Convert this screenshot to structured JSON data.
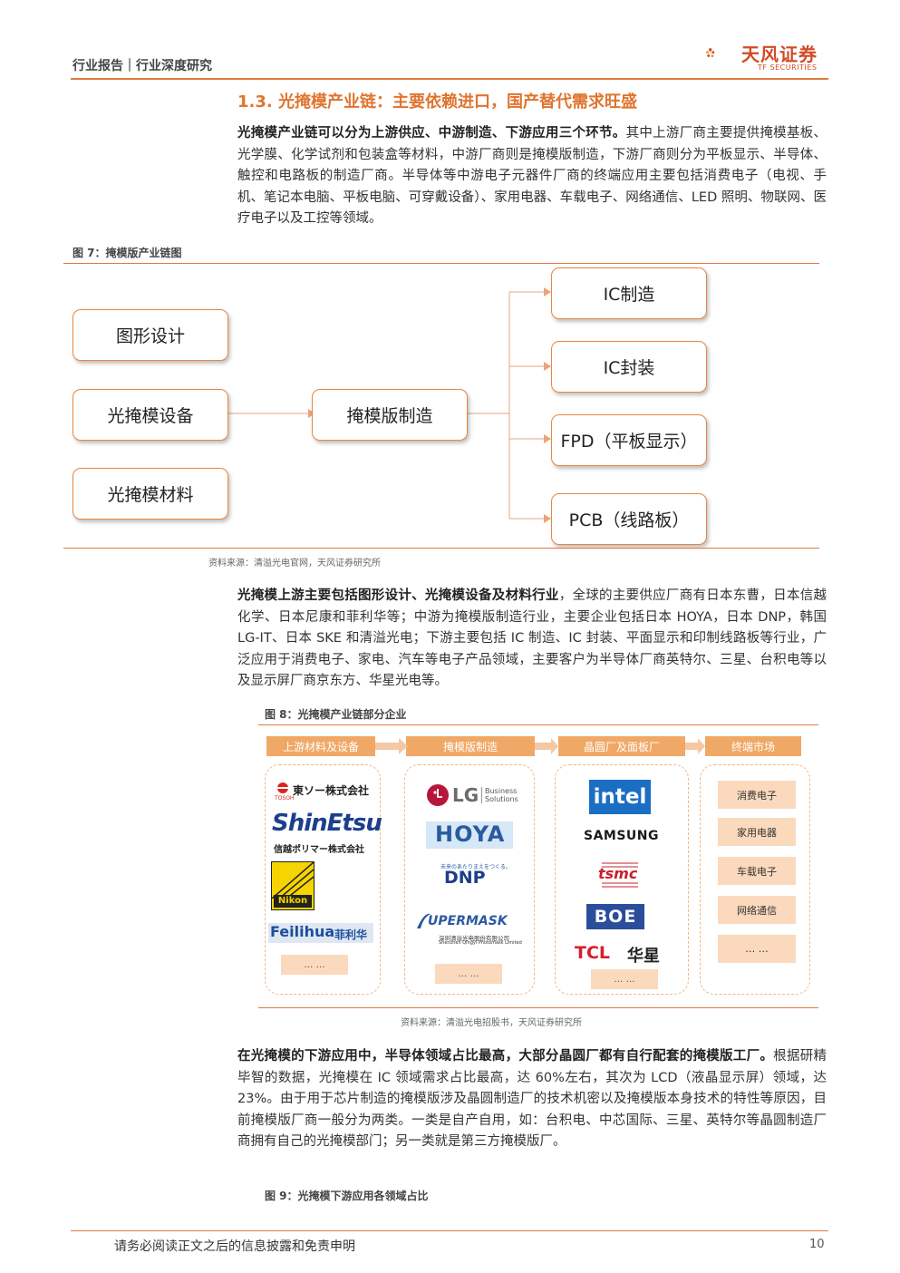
{
  "header": {
    "breadcrumb": "行业报告｜行业深度研究",
    "logo_cn": "天风证券",
    "logo_en": "TF SECURITIES"
  },
  "section": {
    "title": "1.3. 光掩模产业链：主要依赖进口，国产替代需求旺盛"
  },
  "para1": {
    "bold": "光掩模产业链可以分为上游供应、中游制造、下游应用三个环节。",
    "text": "其中上游厂商主要提供掩模基板、光学膜、化学试剂和包装盒等材料，中游厂商则是掩模版制造，下游厂商则分为平板显示、半导体、触控和电路板的制造厂商。半导体等中游电子元器件厂商的终端应用主要包括消费电子（电视、手机、笔记本电脑、平板电脑、可穿戴设备）、家用电器、车载电子、网络通信、LED 照明、物联网、医疗电子以及工控等领域。"
  },
  "fig7": {
    "title": "图 7：掩模版产业链图",
    "left": [
      "图形设计",
      "光掩模设备",
      "光掩模材料"
    ],
    "center": "掩模版制造",
    "right": [
      "IC制造",
      "IC封装",
      "FPD（平板显示）",
      "PCB（线路板）"
    ],
    "source": "资料来源：清溢光电官网，天风证券研究所"
  },
  "para2": {
    "bold": "光掩模上游主要包括图形设计、光掩模设备及材料行业",
    "text": "，全球的主要供应厂商有日本东曹，日本信越化学、日本尼康和菲利华等；中游为掩模版制造行业，主要企业包括日本 HOYA，日本 DNP，韩国 LG-IT、日本 SKE 和清溢光电；下游主要包括 IC 制造、IC 封装、平面显示和印制线路板等行业，广泛应用于消费电子、家电、汽车等电子产品领域，主要客户为半导体厂商英特尔、三星、台积电等以及显示屏厂商京东方、华星光电等。"
  },
  "fig8": {
    "title": "图 8：光掩模产业链部分企业",
    "heads": [
      "上游材料及设备",
      "掩模版制造",
      "晶圆厂及面板厂",
      "终端市场"
    ],
    "col1": {
      "tosoh": "東ソー株式会社",
      "tosoh_small": "TOSOH",
      "shinetsu": "ShinEtsu",
      "shinetsu_sub": "信越ポリマー株式会社",
      "nikon": "Nikon",
      "feilihua": "Feilihua",
      "feilihua_cn": "菲利华"
    },
    "col2": {
      "lg": "LG",
      "lg_sub1": "Business",
      "lg_sub2": "Solutions",
      "hoya": "HOYA",
      "dnp_slogan": "未来のあたりまえをつくる。",
      "dnp": "DNP",
      "upermask": "UPERMASK",
      "upermask_cn": "深圳清溢光电股份有限公司",
      "upermask_en": "Shenzhen Qingyi Photomask Limited"
    },
    "col3": {
      "intel": "intel",
      "samsung": "SAMSUNG",
      "tsmc": "tsmc",
      "boe": "BOE",
      "tcl": "TCL",
      "tcl_cn": "华星"
    },
    "markets": [
      "消费电子",
      "家用电器",
      "车载电子",
      "网络通信",
      "… …"
    ],
    "ellipsis": "… …",
    "source": "资料来源：清溢光电招股书，天风证券研究所"
  },
  "para3": {
    "bold": "在光掩模的下游应用中，半导体领域占比最高，大部分晶圆厂都有自行配套的掩模版工厂。",
    "text": "根据研精毕智的数据，光掩模在 IC 领域需求占比最高，达 60%左右，其次为 LCD（液晶显示屏）领域，达 23%。由于用于芯片制造的掩模版涉及晶圆制造厂的技术机密以及掩模版本身技术的特性等原因，目前掩模版厂商一般分为两类。一类是自产自用，如：台积电、中芯国际、三星、英特尔等晶圆制造厂商拥有自己的光掩模部门；另一类就是第三方掩模版厂。"
  },
  "fig9": {
    "title": "图 9：光掩模下游应用各领域占比"
  },
  "footer": {
    "disclaimer": "请务必阅读正文之后的信息披露和免责申明",
    "page": "10"
  },
  "colors": {
    "accent": "#e07a3f",
    "logo_red": "#d34a24"
  }
}
